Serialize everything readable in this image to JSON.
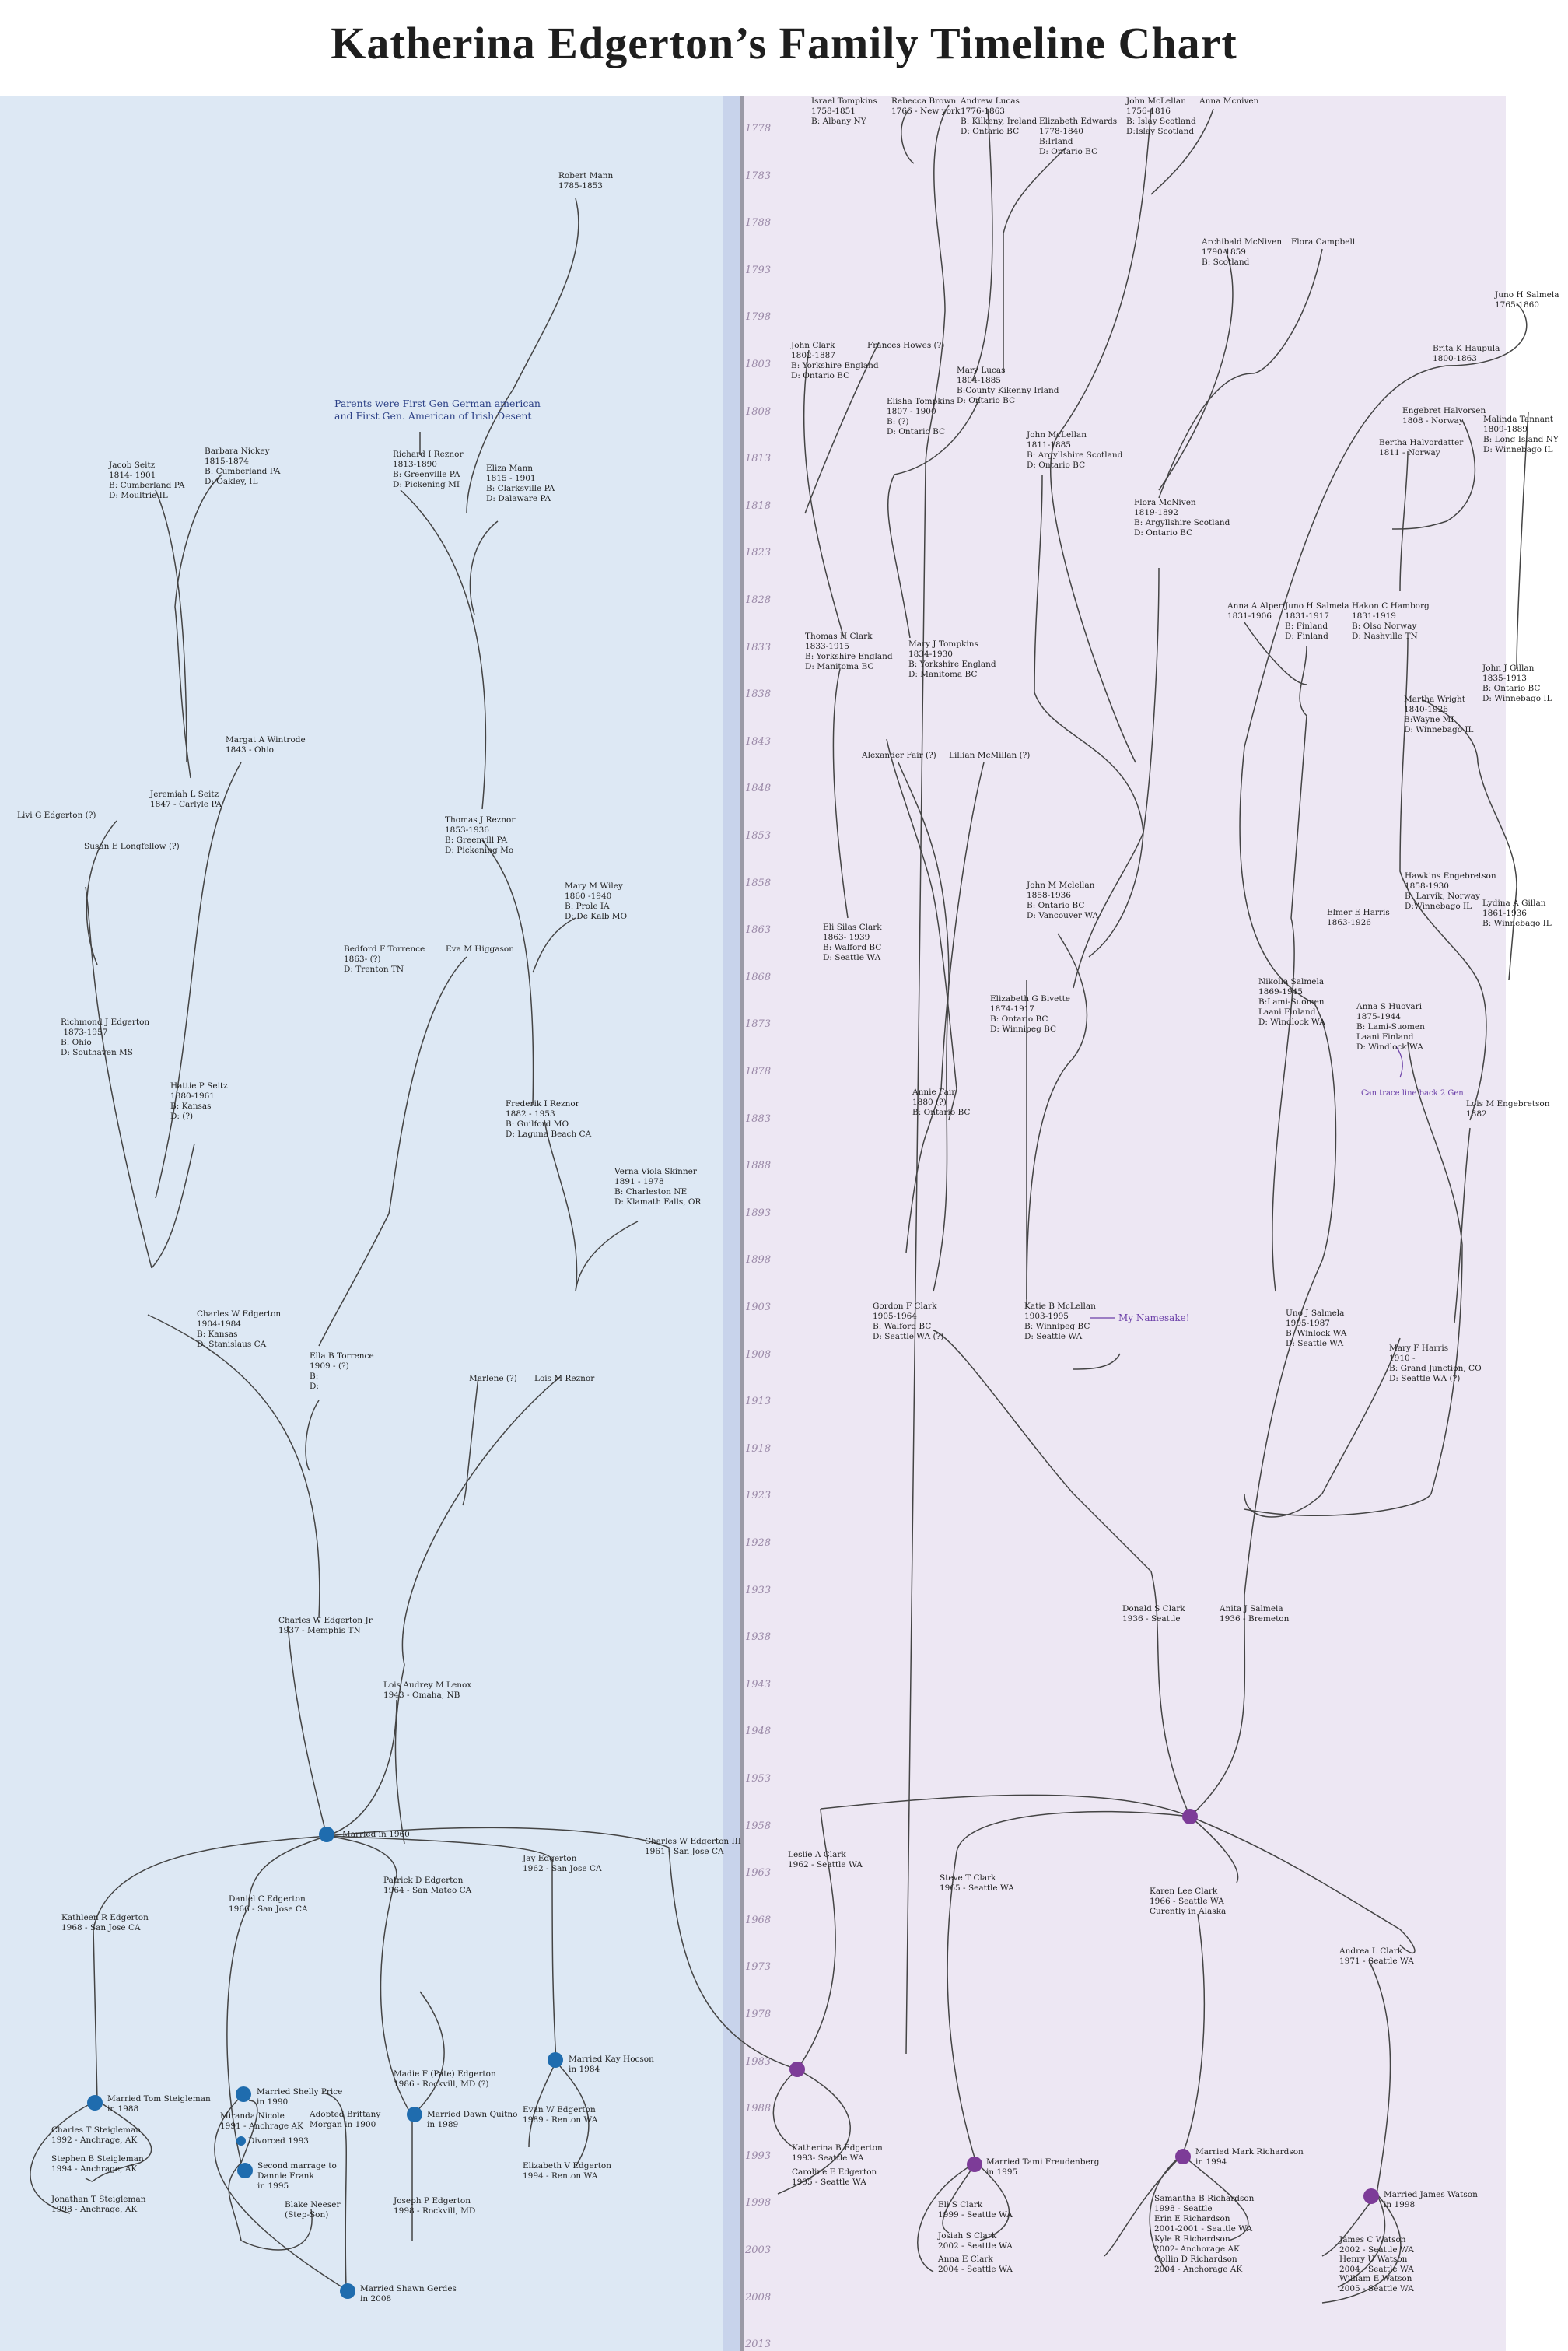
{
  "title": "Katherina Edgerton’s Family Timeline Chart",
  "colors": {
    "left_panel": "#dde8f4",
    "right_panel": "#ede7f3",
    "blue_marker": "#1f6cae",
    "purple_marker": "#7d3c98"
  },
  "years": [
    "1778",
    "1783",
    "1788",
    "1793",
    "1798",
    "1803",
    "1808",
    "1813",
    "1818",
    "1823",
    "1828",
    "1833",
    "1838",
    "1843",
    "1848",
    "1853",
    "1858",
    "1863",
    "1868",
    "1873",
    "1878",
    "1883",
    "1888",
    "1893",
    "1898",
    "1903",
    "1908",
    "1913",
    "1918",
    "1923",
    "1928",
    "1933",
    "1938",
    "1943",
    "1948",
    "1953",
    "1958",
    "1963",
    "1968",
    "1973",
    "1978",
    "1983",
    "1988",
    "1993",
    "1998",
    "2003",
    "2008",
    "2013"
  ],
  "people": {
    "robert_mann": "Robert Mann\n1785-1853",
    "richard_reznor": "Richard I Reznor\n1813-1890\nB: Greenville PA\nD: Pickening MI",
    "eliza_mann": "Eliza Mann\n1815 - 1901\nB: Clarksville PA\nD: Dalaware PA",
    "jacob_seitz": "Jacob Seitz\n1814- 1901\nB: Cumberland PA\nD: Moultrie IL",
    "barbara_nickey": "Barbara Nickey\n1815-1874\nB: Cumberland PA\nD: Oakley, IL",
    "margat_wintrode": "Margat A Wintrode\n1843 - Ohio",
    "jeremiah_seitz": "Jeremiah L Seitz\n1847 - Carlyle PA",
    "livi_edgerton": "Livi G Edgerton (?)",
    "susan_longfellow": "Susan E Longfellow (?)",
    "thomas_reznor": "Thomas J Reznor\n1853-1936\nB: Greenvill PA\nD: Pickening Mo",
    "mary_wiley": "Mary M Wiley\n1860 -1940\nB: Prole IA\nD: De Kalb MO",
    "bedford_torrence": "Bedford F Torrence\n1863- (?)\nD: Trenton TN",
    "eva_higgason": "Eva M Higgason",
    "richmond_edgerton": "Richmond J Edgerton\n 1873-1957\nB: Ohio\nD: Southaven MS",
    "hattie_seitz": "Hattie P Seitz\n1880-1961\nB: Kansas\nD: (?)",
    "frederik_reznor": "Frederik I Reznor\n1882 - 1953\nB: Guilford MO\nD: Laguna Beach CA",
    "verna_skinner": "Verna Viola Skinner\n1891 - 1978\nB: Charleston NE\nD: Klamath Falls, OR",
    "charles_w_edgerton": "Charles W Edgerton\n1904-1984\nB: Kansas\nD: Stanislaus CA",
    "ella_torrence": "Ella B Torrence\n1909 - (?)\nB:\nD:",
    "marlene": "Marlene (?)",
    "lois_reznor": "Lois M Reznor",
    "charles_jr": "Charles W Edgerton Jr\n1937 - Memphis TN",
    "lois_lenox": "Lois Audrey M Lenox\n1943 - Omaha, NB",
    "kathleen_edgerton": "Kathleen R Edgerton\n1968 - San Jose CA",
    "daniel_edgerton": "Daniel C Edgerton\n1966 - San Jose CA",
    "patrick_edgerton": "Patrick D Edgerton\n1964 - San Mateo CA",
    "jay_edgerton": "Jay Edgerton\n1962 - San Jose CA",
    "charles_iii": "Charles W Edgerton III\n1961 - San Jose CA",
    "charles_steigleman": "Charles T Steigleman\n1992 - Anchrage, AK",
    "stephen_steigleman": "Stephen B Steigleman\n1994 - Anchrage, AK",
    "jonathan_steigleman": "Jonathan T Steigleman\n1998 - Anchrage, AK",
    "miranda_nicole": "Miranda Nicole\n1991 - Anchrage AK",
    "adopted_brittany": "Adopted Brittany\nMorgan in 1900",
    "blake_neeser": "Blake Neeser\n(Step-Son)",
    "madie_edgerton": "Madie F (Pate) Edgerton\n1986 - Rockvill, MD (?)",
    "joseph_edgerton": "Joseph P Edgerton\n1998 - Rockvill, MD",
    "evan_edgerton": "Evan W Edgerton\n1989 - Renton WA",
    "elizabeth_v_edgerton": "Elizabeth V Edgerton\n1994 - Renton WA",
    "israel_tompkins": "Israel Tompkins\n1758-1851\nB: Albany NY",
    "rebecca_brown": "Rebecca Brown\n1766 - New york",
    "andrew_lucas": "Andrew Lucas\n1776-1863\nB: Kilkeny, Ireland\nD: Ontario BC",
    "elizabeth_edwards": "Elizabeth Edwards\n1778-1840\nB:Irland\nD: Ontario BC",
    "john_mclellan_1756": "John McLellan\n1756-1816\nB: Islay Scotland\nD:Islay Scotland",
    "anna_mcniven": "Anna Mcniven",
    "archibald_mcniven": "Archibald McNiven\n1790-1859\nB: Scotland",
    "flora_campbell": "Flora Campbell",
    "juno_salmela_1765": "Juno H Salmela\n1765-1860",
    "brita_haupula": "Brita K Haupula\n1800-1863",
    "john_clark": "John Clark\n1802-1887\nB: Yorkshire England\nD: Ontario BC",
    "frances_howes": "Frances Howes (?)",
    "mary_lucas": "Mary Lucas\n1804-1885\nB:County Kikenny Irland\nD: Ontario BC",
    "elisha_tompkins": "Elisha Tompkins\n1807 - 1900\nB: (?)\nD: Ontario BC",
    "john_mclellan_1811": "John McLellan\n1811-1885\nB: Argyllshire Scotland\nD: Ontario BC",
    "engebret_halvorsen": "Engebret Halvorsen\n1808 - Norway",
    "malinda_tannant": "Malinda Tannant\n1809-1889\nB: Long Island NY\nD: Winnebago IL",
    "bertha_halvordatter": "Bertha Halvordatter\n1811 - Norway",
    "flora_mcniven": "Flora McNiven\n1819-1892\nB: Argyllshire Scotland\nD: Ontario BC",
    "anna_alperi": "Anna A Alperi\n1831-1906",
    "juno_salmela_1831": "Juno H Salmela\n1831-1917\nB: Finland\nD: Finland",
    "hakon_hamborg": "Hakon C Hamborg\n1831-1919\nB: Olso Norway\nD: Nashville TN",
    "thomas_clark": "Thomas H Clark\n1833-1915\nB: Yorkshire England\nD: Manitoma BC",
    "mary_tompkins": "Mary J Tompkins\n1834-1930\nB: Yorkshire England\nD: Manitoma BC",
    "john_gillan": "John J Gillan\n1835-1913\nB: Ontario BC\nD: Winnebago IL",
    "martha_wright": "Martha Wright\n1840-1926\nB:Wayne MI\nD: Winnebago IL",
    "alexander_fair": "Alexander Fair (?)",
    "lillian_mcmillan": "Lillian McMillan (?)",
    "hawkins_engebretson": "Hawkins Engebretson\n1858-1930\nB: Larvik, Norway\nD:Winnebago IL",
    "john_m_mclellan": "John M Mclellan\n1858-1936\nB: Ontario BC\nD: Vancouver WA",
    "lydina_gillan": "Lydina A Gillan\n1861-1936\nB: Winnebago IL",
    "elmer_harris": "Elmer E Harris\n1863-1926",
    "eli_clark": "Eli Silas Clark\n1863- 1939\nB: Walford BC\nD: Seattle WA",
    "nikolia_salmela": "Nikolia Salmela\n1869-1945\nB:Lami-Suomen\nLaani Finland\nD: Windlock WA",
    "elizabeth_bivette": "Elizabeth G Bivette\n1874-1917\nB: Ontario BC\nD: Winnipeg BC",
    "anna_huovari": "Anna S Huovari\n1875-1944\nB: Lami-Suomen\nLaani Finland\nD: Windlock WA",
    "annie_fair": "Annie Fair\n1880 (?)\nB: Ontario BC",
    "lois_engebretson": "Lois M Engebretson\n1882",
    "gordon_clark": "Gordon F Clark\n1905-1964\nB: Walford BC\nD: Seattle WA (?)",
    "katie_mclellan": "Katie B McLellan\n1903-1995\nB: Winnipeg BC\nD: Seattle WA",
    "uno_salmela": "Uno J Salmela\n1905-1987\nB: Winlock WA\nD: Seattle WA",
    "mary_harris": "Mary F Harris\n1910 -\nB: Grand Junction, CO\nD: Seattle WA (?)",
    "donald_clark": "Donald S Clark\n1936 - Seattle",
    "anita_salmela": "Anita J Salmela\n1936 - Bremeton",
    "leslie_clark": "Leslie A Clark\n1962 - Seattle WA",
    "steve_clark": "Steve T Clark\n1965 - Seattle WA",
    "karen_clark": "Karen Lee Clark\n1966 - Seattle WA\nCurently in Alaska",
    "andrea_clark": "Andrea L Clark\n1971 - Seattle WA",
    "katherina_edgerton": "Katherina B Edgerton\n1993- Seattle WA",
    "caroline_edgerton": "Caroline E Edgerton\n1995 - Seattle WA",
    "eli_s_clark": "Eli S Clark\n1999 - Seattle WA",
    "josiah_clark": "Josiah S Clark\n2002 - Seattle WA",
    "anna_e_clark": "Anna E Clark\n2004 - Seattle WA",
    "samantha_richardson": "Samantha B Richardson\n1998 - Seattle\nErin E Richardson\n2001-2001 - Seattle WA\nKyle R Richardson\n2002- Anchorage AK\nCollin D Richardson\n2004 - Anchorage AK",
    "james_watson": "James C Watson\n2002 - Seattle WA",
    "henry_watson": "Henry U Watson\n2004 - Seattle WA",
    "william_watson": "William E Watson\n2005 - Seattle WA"
  },
  "markers": {
    "married_1960": "Married in 1960",
    "married_tom": "Married Tom Steigleman\nin 1988",
    "married_shelly": "Married Shelly Price\nin 1990",
    "divorced": "Divorced 1993",
    "second_marriage": "Second marrage to\nDannie Frank\nin 1995",
    "married_dawn": "Married Dawn Quitno\nin 1989",
    "married_kay": "Married Kay Hocson\nin 1984",
    "married_shawn": "Married Shawn Gerdes\nin 2008",
    "married_tami": "Married Tami Freudenberg\nin 1995",
    "married_mark": "Married Mark Richardson\nin 1994",
    "married_james": "Married James Watson\nin 1998"
  },
  "notes": {
    "first_gen": "Parents were First Gen German american\nand First Gen. American of Irish Desent",
    "namesake": "My Namesake!",
    "trace": "Can trace line back 2 Gen."
  }
}
